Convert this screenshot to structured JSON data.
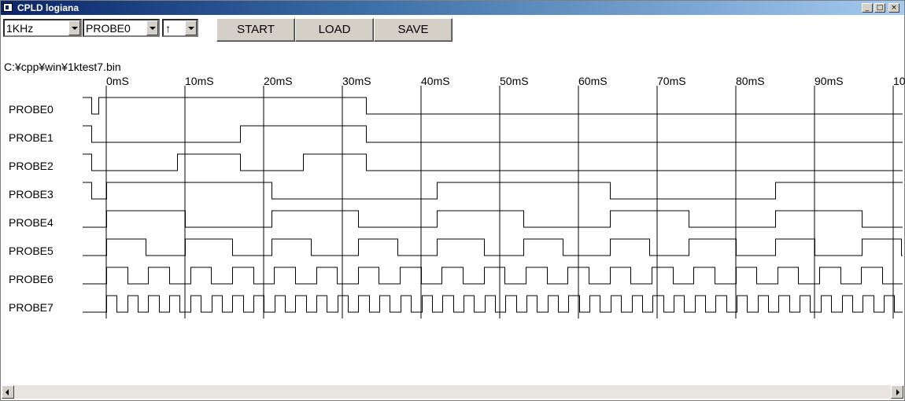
{
  "window": {
    "title": "CPLD logiana",
    "minimize": "_",
    "maximize": "□",
    "close": "×"
  },
  "controls": {
    "sample_rate": "1KHz",
    "trigger_probe": "PROBE0",
    "trigger_edge": "↑",
    "start_label": "START",
    "load_label": "LOAD",
    "save_label": "SAVE"
  },
  "file_path": "C:¥cpp¥win¥1ktest7.bin",
  "time_labels": [
    "0mS",
    "10mS",
    "20mS",
    "30mS",
    "40mS",
    "50mS",
    "60mS",
    "70mS",
    "80mS",
    "90mS",
    "10"
  ],
  "probes": [
    {
      "name": "PROBE0",
      "initial": 1,
      "edges": [
        -1.9,
        -1.0,
        33.0
      ]
    },
    {
      "name": "PROBE1",
      "initial": 1,
      "edges": [
        -1.9,
        17.0,
        33.0
      ]
    },
    {
      "name": "PROBE2",
      "initial": 1,
      "edges": [
        -1.9,
        9.0,
        17.0,
        25.0,
        33.0
      ]
    },
    {
      "name": "PROBE3",
      "initial": 1,
      "edges": [
        -1.9,
        0.0,
        21.0,
        42.0,
        64.0,
        85.0
      ]
    },
    {
      "name": "PROBE4",
      "initial": 0,
      "edges": [
        0.0,
        10.0,
        21.0,
        32.0,
        42.0,
        53.0,
        64.0,
        74.0,
        85.0,
        96.0
      ]
    },
    {
      "name": "PROBE5",
      "initial": 0,
      "edges": [
        0.0,
        5.0,
        10.0,
        16.0,
        21.0,
        26.0,
        32.0,
        37.0,
        42.0,
        48.0,
        53.0,
        58.0,
        64.0,
        69.0,
        74.0,
        80.0,
        85.0,
        90.0,
        96.0,
        101.0
      ]
    },
    {
      "name": "PROBE6",
      "initial": 0,
      "period": 5.33,
      "start": 0
    },
    {
      "name": "PROBE7",
      "initial": 0,
      "period": 2.67,
      "start": 0
    }
  ]
}
